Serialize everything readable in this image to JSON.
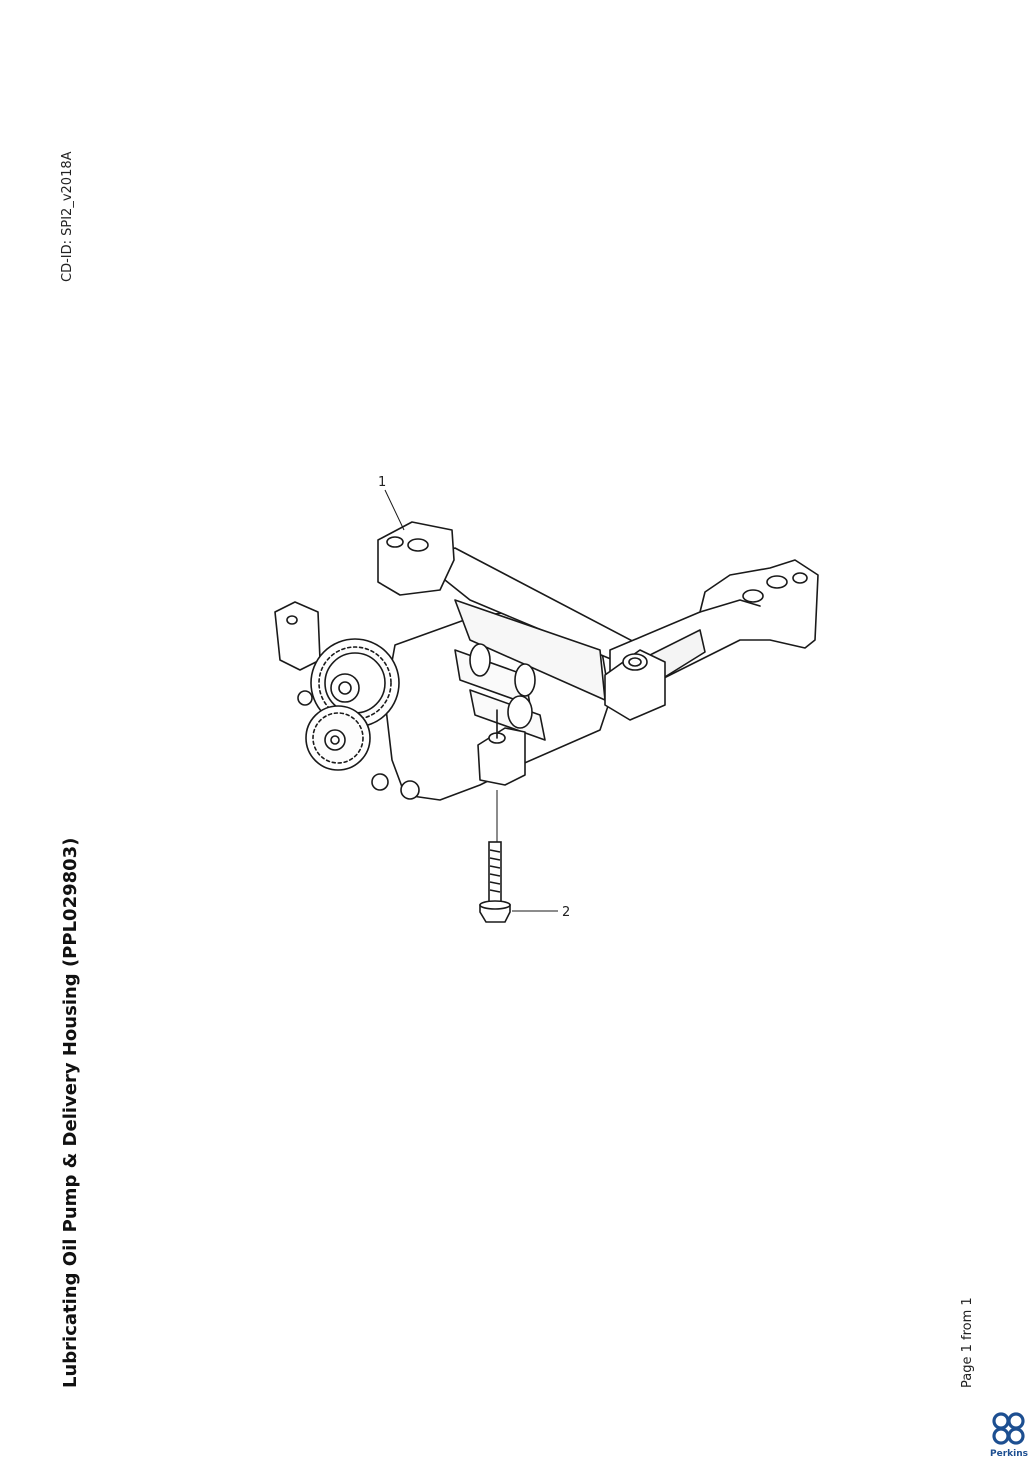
{
  "document": {
    "cd_id": "CD-ID: SPI2_v2018A",
    "title": "Lubricating Oil Pump & Delivery Housing (PPL029803)",
    "page_info": "Page 1 from 1"
  },
  "callouts": [
    {
      "number": "1",
      "part": "oil pump assembly"
    },
    {
      "number": "2",
      "part": "bolt"
    }
  ],
  "logo": {
    "brand": "Perkins",
    "color": "#1d4f91"
  }
}
